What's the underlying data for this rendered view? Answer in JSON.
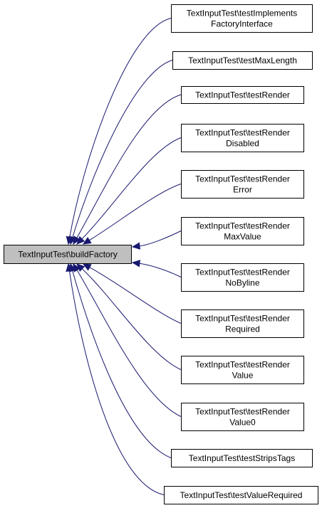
{
  "diagram": {
    "title": "",
    "focus": {
      "id": "buildFactory",
      "lines": [
        "TextInputTest\\buildFactory"
      ]
    },
    "callers": [
      {
        "id": "testImplementsFactoryInterface",
        "lines": [
          "TextInputTest\\testImplements",
          "FactoryInterface"
        ]
      },
      {
        "id": "testMaxLength",
        "lines": [
          "TextInputTest\\testMaxLength"
        ]
      },
      {
        "id": "testRender",
        "lines": [
          "TextInputTest\\testRender"
        ]
      },
      {
        "id": "testRenderDisabled",
        "lines": [
          "TextInputTest\\testRender",
          "Disabled"
        ]
      },
      {
        "id": "testRenderError",
        "lines": [
          "TextInputTest\\testRender",
          "Error"
        ]
      },
      {
        "id": "testRenderMaxValue",
        "lines": [
          "TextInputTest\\testRender",
          "MaxValue"
        ]
      },
      {
        "id": "testRenderNoByline",
        "lines": [
          "TextInputTest\\testRender",
          "NoByline"
        ]
      },
      {
        "id": "testRenderRequired",
        "lines": [
          "TextInputTest\\testRender",
          "Required"
        ]
      },
      {
        "id": "testRenderValue",
        "lines": [
          "TextInputTest\\testRender",
          "Value"
        ]
      },
      {
        "id": "testRenderValue0",
        "lines": [
          "TextInputTest\\testRender",
          "Value0"
        ]
      },
      {
        "id": "testStripsTags",
        "lines": [
          "TextInputTest\\testStripsTags"
        ]
      },
      {
        "id": "testValueRequired",
        "lines": [
          "TextInputTest\\testValueRequired"
        ]
      }
    ],
    "edge_color": "#191970",
    "focus_fill": "#bfbfbf",
    "edge_direction": "caller-to-focus"
  }
}
